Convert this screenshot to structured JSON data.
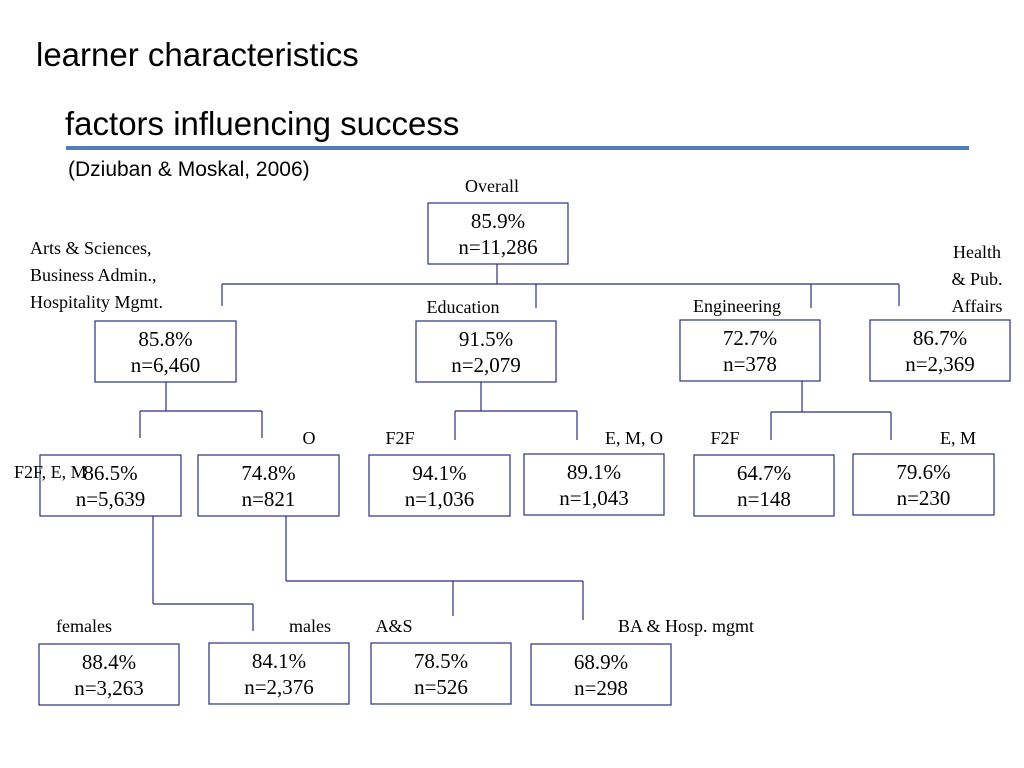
{
  "title": "learner characteristics",
  "subtitle": "factors influencing success",
  "citation": "(Dziuban & Moskal, 2006)",
  "nodes": [
    {
      "id": "overall",
      "pct": "85.9%",
      "n": "n=11,286",
      "label": [
        "Overall"
      ]
    },
    {
      "id": "asbah",
      "pct": "85.8%",
      "n": "n=6,460",
      "label": [
        "Arts & Sciences,",
        "Business Admin.,",
        "Hospitality Mgmt."
      ]
    },
    {
      "id": "education",
      "pct": "91.5%",
      "n": "n=2,079",
      "label": [
        "Education"
      ]
    },
    {
      "id": "engineering",
      "pct": "72.7%",
      "n": "n=378",
      "label": [
        "Engineering"
      ]
    },
    {
      "id": "health",
      "pct": "86.7%",
      "n": "n=2,369",
      "label": [
        "Health",
        "& Pub.",
        "Affairs"
      ]
    },
    {
      "id": "asbah_f2fem",
      "pct": "86.5%",
      "n": "n=5,639",
      "label": [
        "F2F, E, M"
      ]
    },
    {
      "id": "asbah_o",
      "pct": "74.8%",
      "n": "n=821",
      "label": [
        "O"
      ]
    },
    {
      "id": "edu_f2f",
      "pct": "94.1%",
      "n": "n=1,036",
      "label": [
        "F2F"
      ]
    },
    {
      "id": "edu_emo",
      "pct": "89.1%",
      "n": "n=1,043",
      "label": [
        "E, M, O"
      ]
    },
    {
      "id": "eng_f2f",
      "pct": "64.7%",
      "n": "n=148",
      "label": [
        "F2F"
      ]
    },
    {
      "id": "eng_em",
      "pct": "79.6%",
      "n": "n=230",
      "label": [
        "E, M"
      ]
    },
    {
      "id": "females",
      "pct": "88.4%",
      "n": "n=3,263",
      "label": [
        "females"
      ]
    },
    {
      "id": "males",
      "pct": "84.1%",
      "n": "n=2,376",
      "label": [
        "males"
      ]
    },
    {
      "id": "o_as",
      "pct": "78.5%",
      "n": "n=526",
      "label": [
        "A&S"
      ]
    },
    {
      "id": "o_bah",
      "pct": "68.9%",
      "n": "n=298",
      "label": [
        "BA & Hosp. mgmt"
      ]
    }
  ]
}
